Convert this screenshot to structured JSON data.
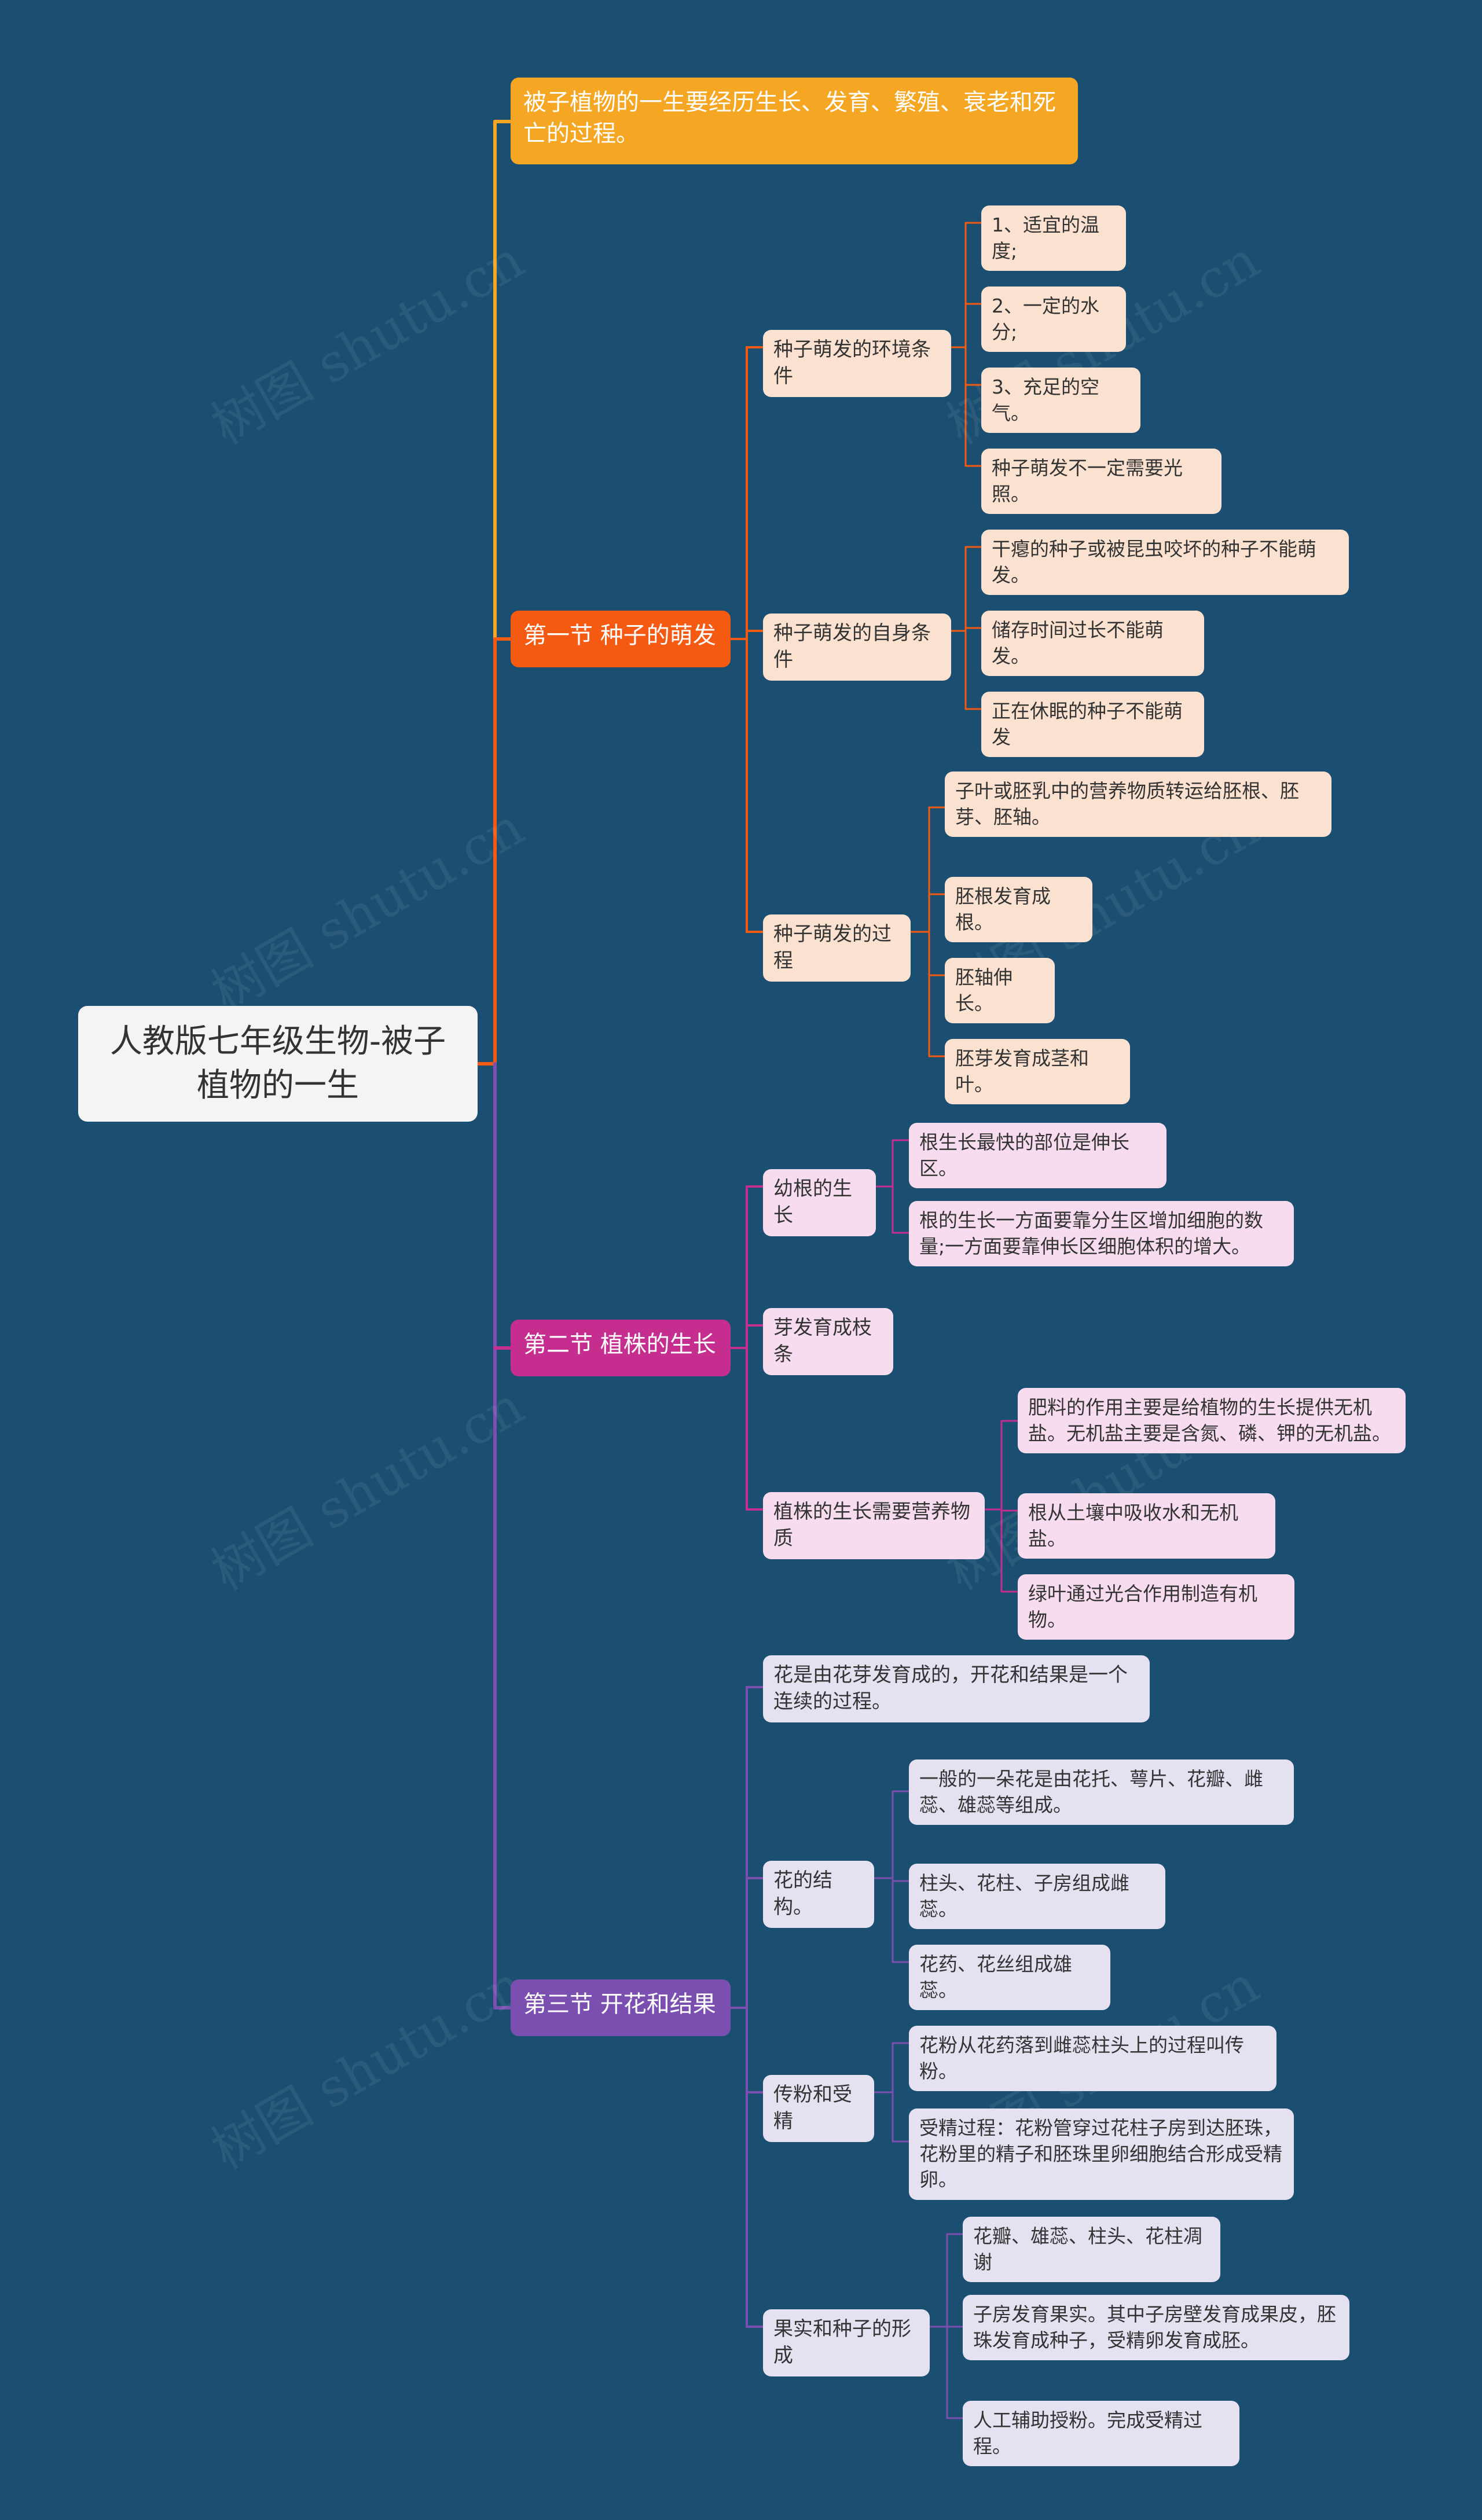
{
  "colors": {
    "background": "#1b4f72",
    "intro": "#f5a623",
    "section1": "#f55a12",
    "section2": "#c52e8e",
    "section3": "#7b4fb0"
  },
  "root": "人教版七年级生物-被子植物的一生",
  "intro": "被子植物的一生要经历生长、发育、繁殖、衰老和死亡的过程。",
  "watermark": "树图 shutu.cn",
  "sections": [
    {
      "title": "第一节 种子的萌发",
      "branches": [
        {
          "label": "种子萌发的环境条件",
          "leaves": [
            "1、适宜的温度;",
            "2、一定的水分;",
            "3、充足的空气。",
            "种子萌发不一定需要光照。"
          ]
        },
        {
          "label": "种子萌发的自身条件",
          "leaves": [
            "干瘪的种子或被昆虫咬坏的种子不能萌发。",
            "储存时间过长不能萌发。",
            "正在休眠的种子不能萌发"
          ]
        },
        {
          "label": "种子萌发的过程",
          "leaves": [
            "子叶或胚乳中的营养物质转运给胚根、胚芽、胚轴。",
            "胚根发育成根。",
            "胚轴伸长。",
            "胚芽发育成茎和叶。"
          ]
        }
      ]
    },
    {
      "title": "第二节 植株的生长",
      "branches": [
        {
          "label": "幼根的生长",
          "leaves": [
            "根生长最快的部位是伸长区。",
            "根的生长一方面要靠分生区增加细胞的数量;一方面要靠伸长区细胞体积的增大。"
          ]
        },
        {
          "label": "芽发育成枝条",
          "leaves": []
        },
        {
          "label": "植株的生长需要营养物质",
          "leaves": [
            "肥料的作用主要是给植物的生长提供无机盐。无机盐主要是含氮、磷、钾的无机盐。",
            "根从土壤中吸收水和无机盐。",
            "绿叶通过光合作用制造有机物。"
          ]
        }
      ]
    },
    {
      "title": "第三节 开花和结果",
      "branches": [
        {
          "label": "花是由花芽发育成的，开花和结果是一个连续的过程。",
          "leaves": []
        },
        {
          "label": "花的结构。",
          "leaves": [
            "一般的一朵花是由花托、萼片、花瓣、雌蕊、雄蕊等组成。",
            "柱头、花柱、子房组成雌蕊。",
            "花药、花丝组成雄蕊。"
          ]
        },
        {
          "label": "传粉和受精",
          "leaves": [
            "花粉从花药落到雌蕊柱头上的过程叫传粉。",
            "受精过程：花粉管穿过花柱子房到达胚珠，花粉里的精子和胚珠里卵细胞结合形成受精卵。"
          ]
        },
        {
          "label": "果实和种子的形成",
          "leaves": [
            "花瓣、雄蕊、柱头、花柱凋谢",
            "子房发育果实。其中子房壁发育成果皮，胚珠发育成种子，受精卵发育成胚。",
            "人工辅助授粉。完成受精过程。"
          ]
        }
      ]
    }
  ]
}
